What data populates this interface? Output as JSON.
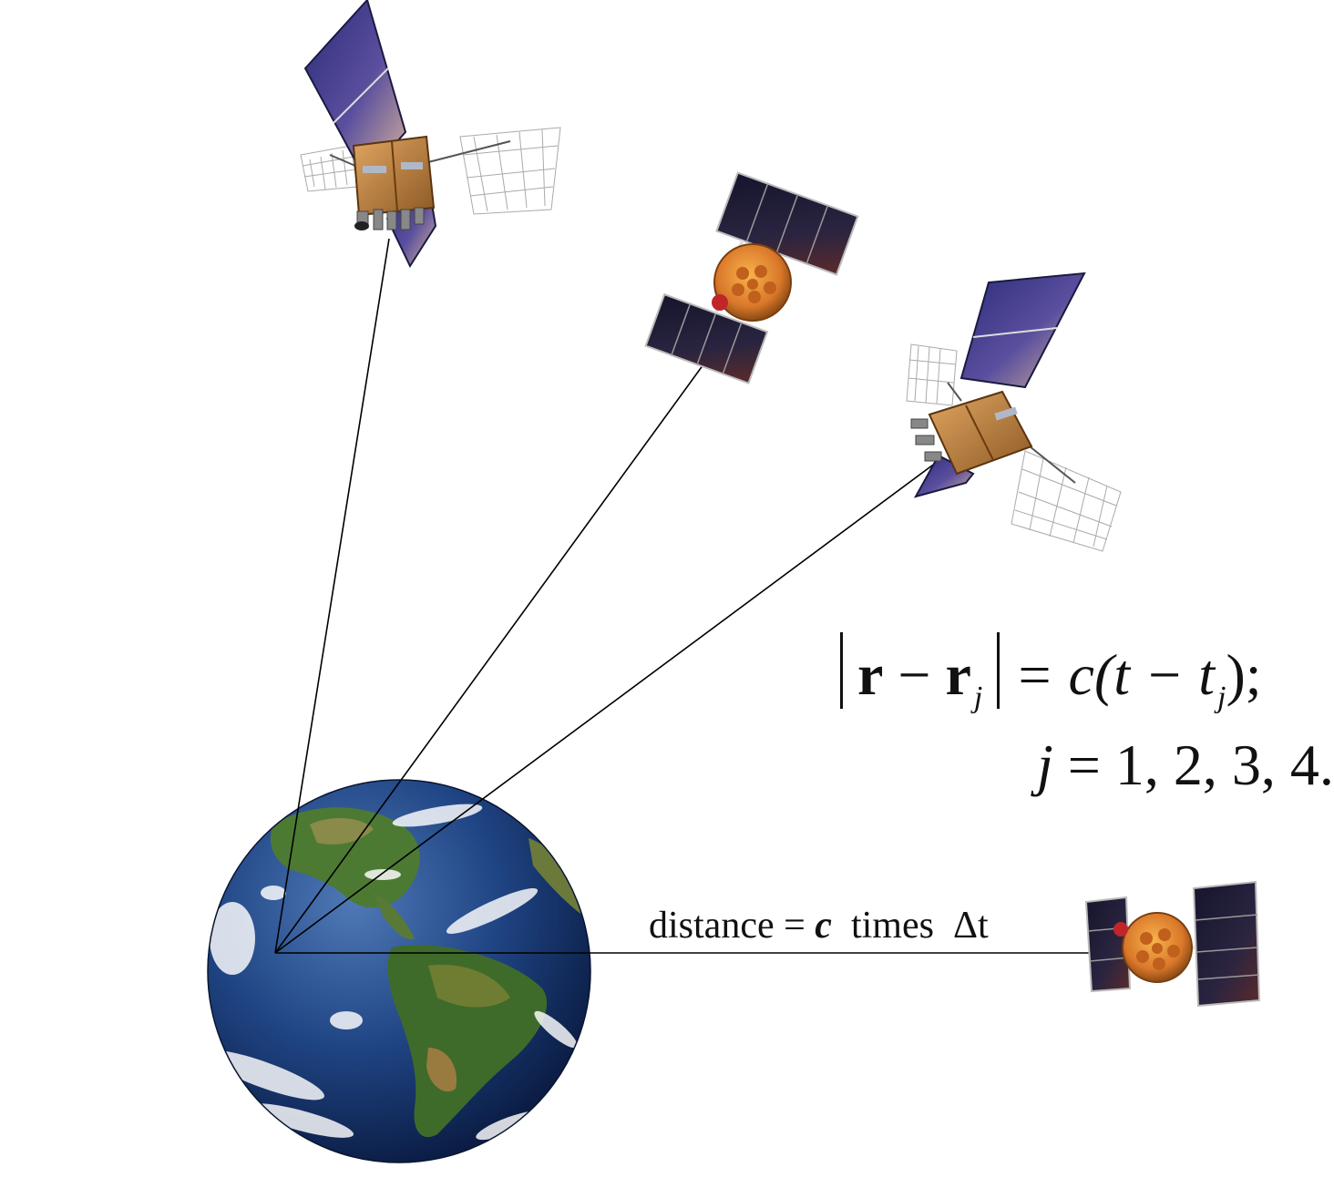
{
  "equation": {
    "bar": "|",
    "r": "r",
    "minus1": " − ",
    "r2": "r",
    "sub_j": "j",
    "eq_rest": " = c(t − t",
    "sub_j2": "j",
    "tail": ");"
  },
  "index_line": {
    "j": "j",
    "values": " = 1, 2, 3, 4."
  },
  "distance_label": {
    "prefix": "distance = ",
    "c": "c",
    "middle": "  times  ",
    "delta": "Δt"
  },
  "colors": {
    "line": "#000000",
    "panel_blue": "#3a3a8c",
    "panel_gold": "#b06f2c",
    "ocean": "#1d3f7c",
    "land": "#3f6b2a"
  },
  "icons": [
    "earth-icon",
    "gps-satellite-icon",
    "glonass-satellite-icon"
  ]
}
